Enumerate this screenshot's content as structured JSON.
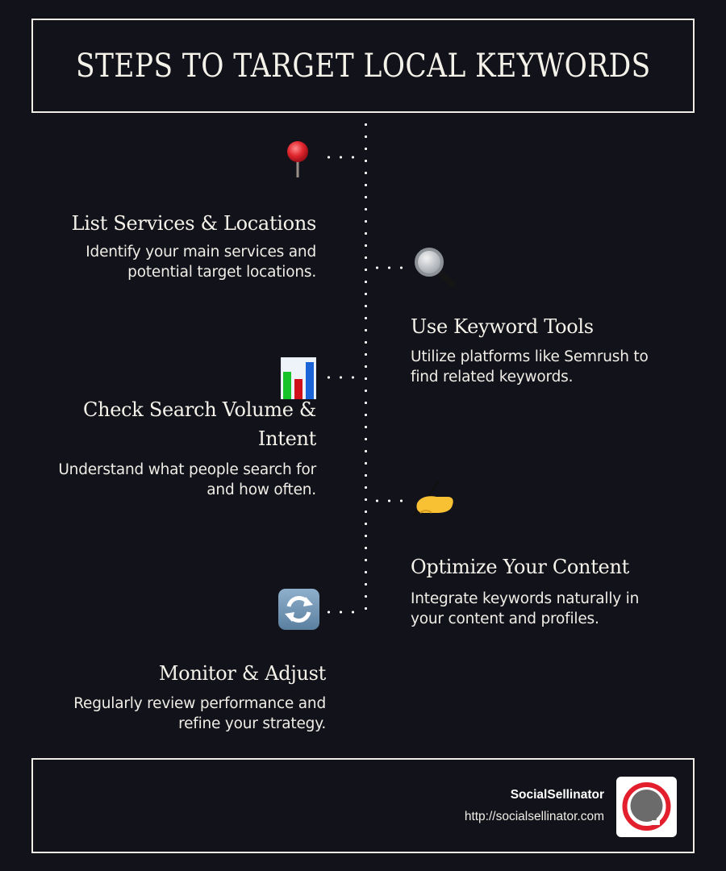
{
  "header": {
    "title": "STEPS TO TARGET LOCAL KEYWORDS"
  },
  "steps": [
    {
      "icon": "round-pushpin-icon",
      "title": "List Services & Locations",
      "description_lines": [
        "Identify your main services and",
        "potential target locations."
      ],
      "side": "left"
    },
    {
      "icon": "magnifying-glass-icon",
      "title": "Use Keyword Tools",
      "description_lines": [
        "Utilize platforms like Semrush to",
        "find related keywords."
      ],
      "side": "right"
    },
    {
      "icon": "bar-chart-icon",
      "title_lines": [
        "Check Search Volume &",
        "Intent"
      ],
      "description_lines": [
        "Understand what people search for",
        "and how often."
      ],
      "side": "left"
    },
    {
      "icon": "writing-hand-icon",
      "title": "Optimize Your Content",
      "description_lines": [
        "Integrate keywords naturally in",
        "your content and profiles."
      ],
      "side": "right"
    },
    {
      "icon": "refresh-arrows-icon",
      "title": "Monitor & Adjust",
      "description_lines": [
        "Regularly review performance and",
        "refine your strategy."
      ],
      "side": "left"
    }
  ],
  "footer": {
    "brand_name": "SocialSellinator",
    "url": "http://socialsellinator.com",
    "logo": "socialsellinator-logo"
  },
  "colors": {
    "background": "#12121a",
    "border": "#f0ede6",
    "text": "#f5f2ea",
    "logo_red": "#e31e2d",
    "logo_gray": "#6b6b6b"
  }
}
